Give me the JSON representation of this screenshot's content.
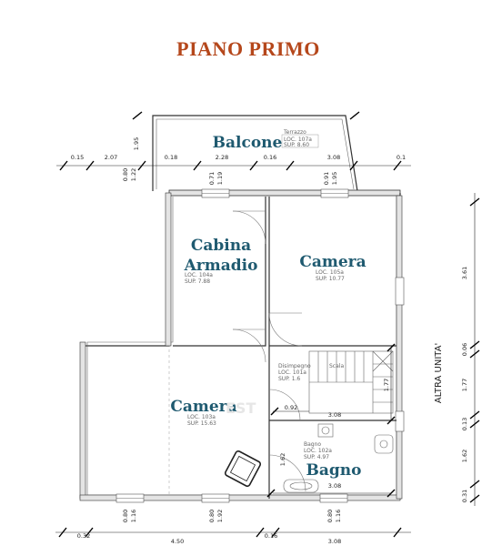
{
  "title": "PIANO PRIMO",
  "rooms": {
    "balcone": {
      "name": "Balcone",
      "sub": "Terrazzo",
      "loc": "LOC. 107a",
      "sup": "SUP. 8.60"
    },
    "cabina": {
      "name1": "Cabina",
      "name2": "Armadio",
      "loc": "LOC. 104a",
      "sup": "SUP. 7.88"
    },
    "camera1": {
      "name": "Camera",
      "loc": "LOC. 105a",
      "sup": "SUP. 10.77"
    },
    "disimpegno": {
      "sub": "Disimpegno",
      "loc": "LOC. 101a",
      "sup": "SUP. 1.6"
    },
    "scala": {
      "sub": "Scala"
    },
    "camera2": {
      "name": "Camera",
      "loc": "LOC. 103a",
      "sup": "SUP. 15.63"
    },
    "bagno": {
      "name": "Bagno",
      "sub": "Bagno",
      "loc": "LOC. 102a",
      "sup": "SUP. 4.97"
    }
  },
  "side_label": "ALTRA UNITA'",
  "watermark": "EST",
  "dims": {
    "top_row": [
      "0.15",
      "2.07",
      "0.18",
      "2.28",
      "0.16",
      "3.08",
      "0.1"
    ],
    "top_vert": [
      "1.95",
      "0.80",
      "1.22",
      "0.71",
      "1.19",
      "0.91",
      "1.95"
    ],
    "right_col": [
      "3.61",
      "0.06",
      "1.77",
      "0.13",
      "1.62",
      "0.31"
    ],
    "inner": [
      "1.77",
      "0.92",
      "3.08",
      "1.62",
      "3.08"
    ],
    "bottom_vert": [
      "0.80",
      "1.16",
      "0.80",
      "1.92",
      "0.80",
      "1.16"
    ],
    "bottom_row": [
      "0.32",
      "4.50",
      "0.16",
      "3.08"
    ]
  }
}
